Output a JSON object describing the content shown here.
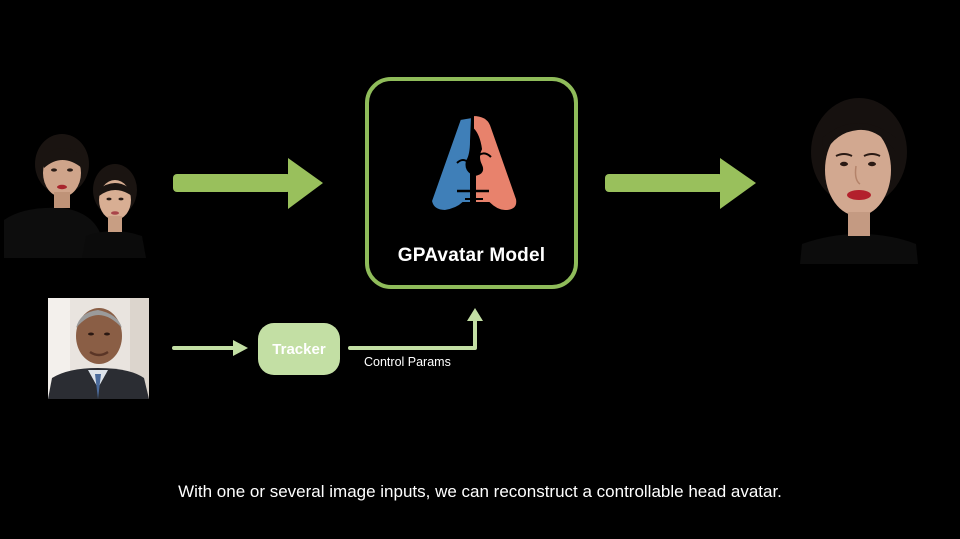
{
  "model": {
    "title": "GPAvatar Model",
    "logo_colors": {
      "left": "#3f7fb8",
      "right": "#e8826c",
      "outline": "#000000"
    }
  },
  "tracker": {
    "label": "Tracker"
  },
  "control": {
    "label": "Control Params"
  },
  "caption": "With one or several image inputs, we can reconstruct a controllable head avatar.",
  "colors": {
    "arrow_main": "#99c05c",
    "arrow_light": "#c3dfa4",
    "box_border": "#8fbc5a",
    "background": "#000000"
  },
  "icons": {
    "input_photos": "two-women-portrait-photo",
    "driver_photo": "man-portrait-photo",
    "output_photo": "woman-avatar-output-photo",
    "logo": "gpavatar-logo-icon"
  }
}
